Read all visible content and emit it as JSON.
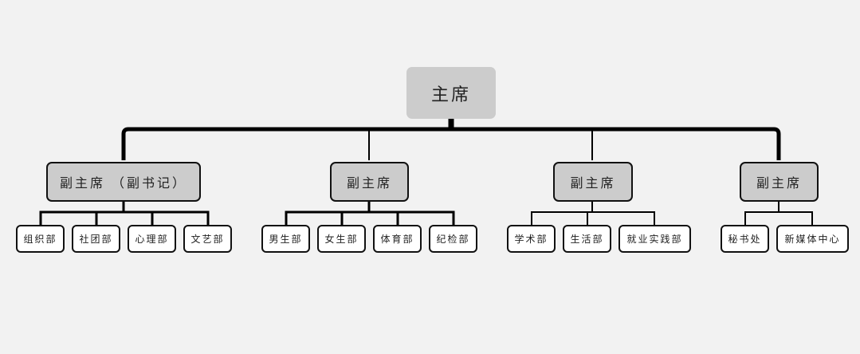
{
  "org": {
    "root": "主席",
    "vice_1": "副主席 （副书记）",
    "vice_2": "副主席",
    "vice_3": "副主席",
    "vice_4": "副主席",
    "group_1": [
      "组织部",
      "社团部",
      "心理部",
      "文艺部"
    ],
    "group_2": [
      "男生部",
      "女生部",
      "体育部",
      "纪检部"
    ],
    "group_3": [
      "学术部",
      "生活部",
      "就业实践部"
    ],
    "group_4": [
      "秘书处",
      "新媒体中心"
    ]
  },
  "colors": {
    "background": "#f2f2f2",
    "node_fill": "#cccccc",
    "leaf_fill": "#ffffff",
    "line": "#000000"
  }
}
